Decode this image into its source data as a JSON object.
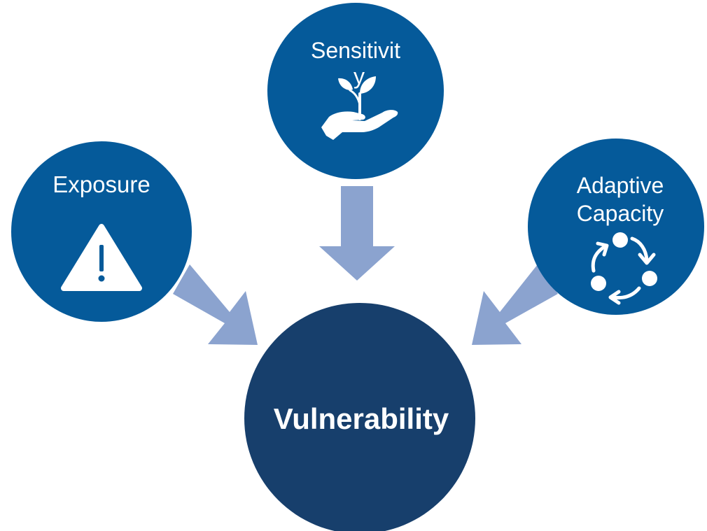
{
  "diagram": {
    "center": {
      "label": "Vulnerability"
    },
    "exposure": {
      "label": "Exposure",
      "icon": "warning-triangle-icon"
    },
    "sensitivity": {
      "label_line1": "Sensitivit",
      "label_line2": "y",
      "icon": "plant-in-hand-icon"
    },
    "adaptive_capacity": {
      "label_line1": "Adaptive",
      "label_line2": "Capacity",
      "icon": "cycle-icon"
    }
  },
  "colors": {
    "outer_circle": "#055a9a",
    "center_circle": "#173f6c",
    "arrow": "#8ba3cf",
    "icon": "#ffffff"
  }
}
